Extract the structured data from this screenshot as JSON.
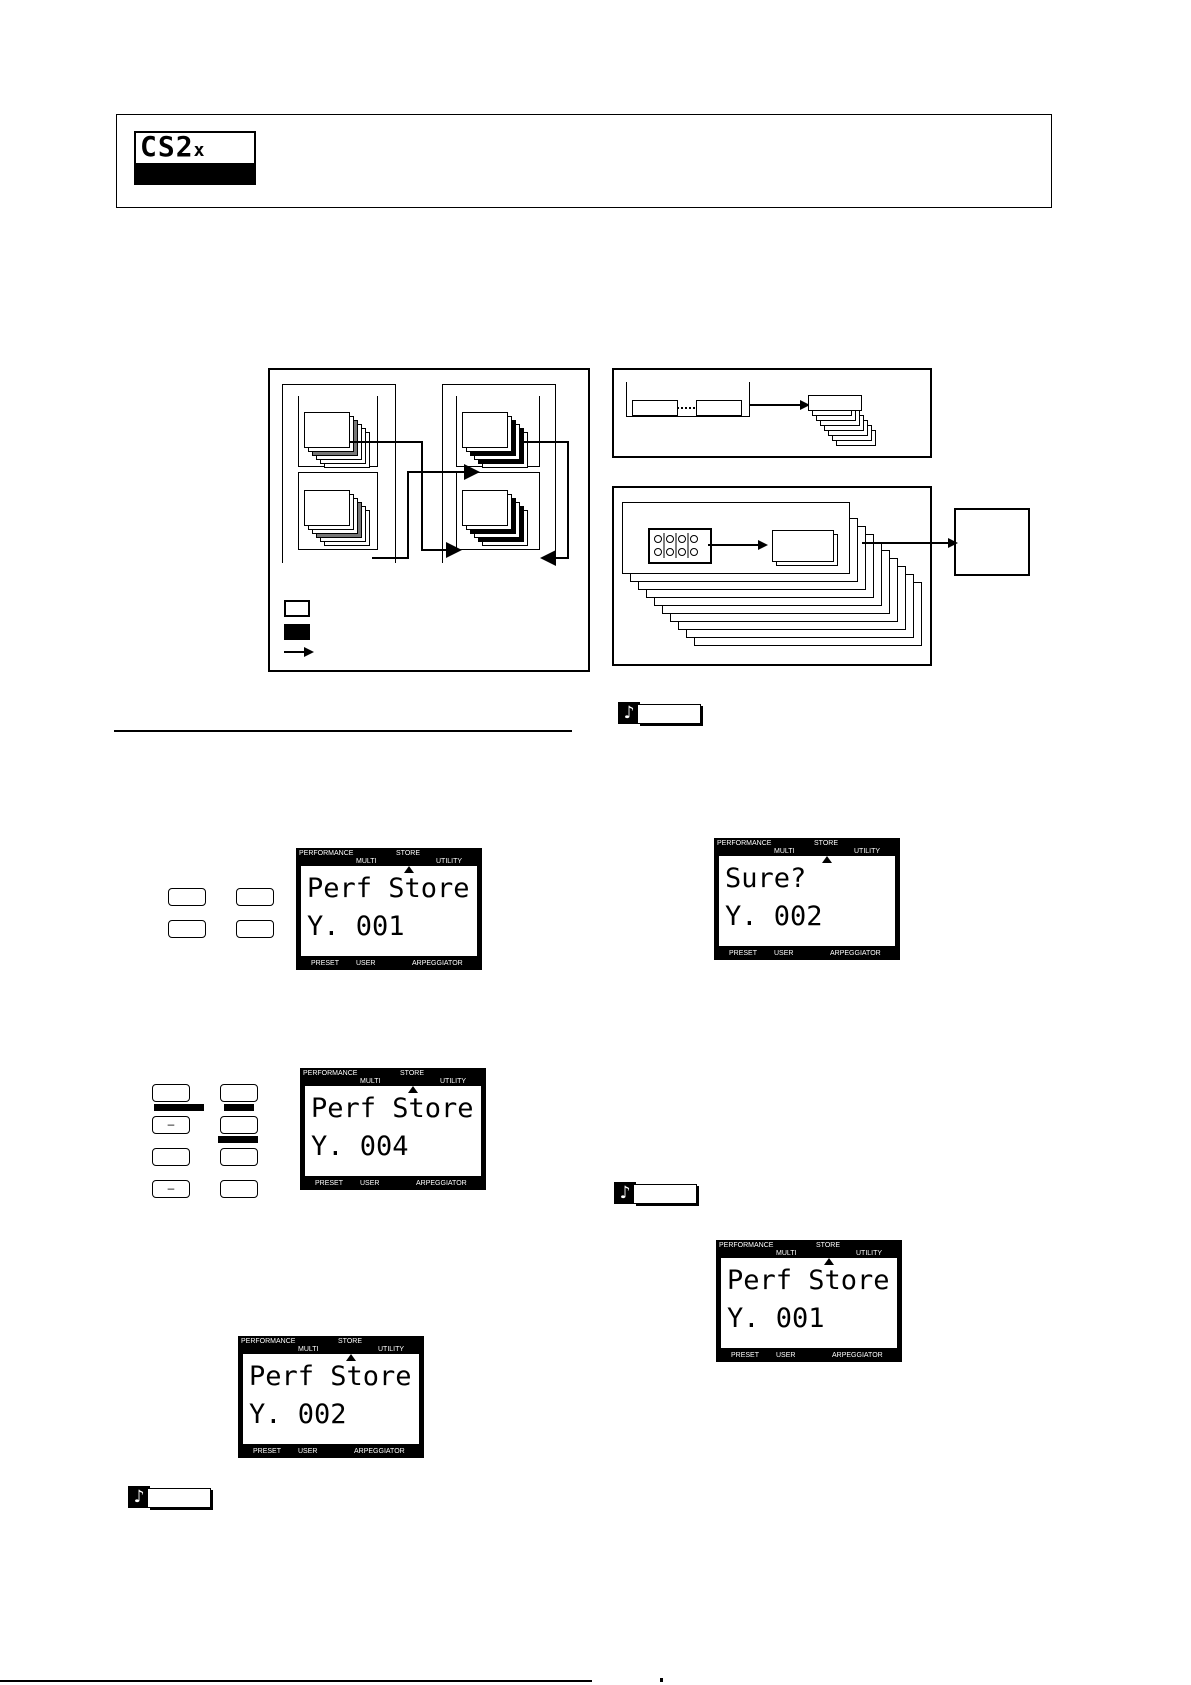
{
  "header": {
    "logo_main": "CS2",
    "logo_sub": "x"
  },
  "legend_items": [
    "user-memory-swatch",
    "preset-memory-swatch",
    "data-flow-arrow"
  ],
  "key_symbols": {
    "minus": "–"
  },
  "lcd_labels": {
    "performance": "PERFORMANCE",
    "multi": "MULTI",
    "store": "STORE",
    "utility": "UTILITY",
    "preset": "PRESET",
    "user": "USER",
    "arpeggiator": "ARPEGGIATOR"
  },
  "screens": [
    {
      "line1": "Perf Store",
      "line2": "Y. 001"
    },
    {
      "line1": "Perf Store",
      "line2": "Y. 004"
    },
    {
      "line1": "Perf Store",
      "line2": "Y. 002"
    },
    {
      "line1": "Sure?",
      "line2": "Y. 002"
    },
    {
      "line1": "Perf Store",
      "line2": "Y. 001"
    }
  ],
  "note_icon": "♪"
}
